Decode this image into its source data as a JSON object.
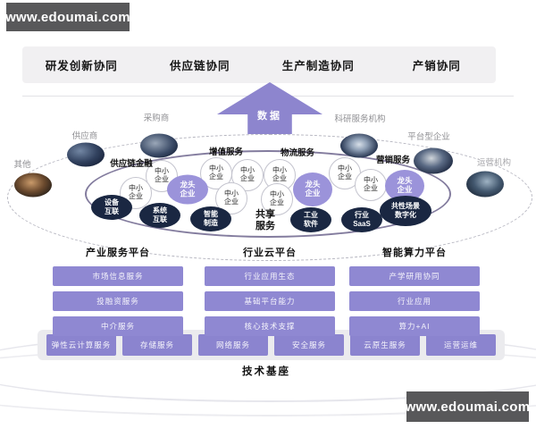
{
  "watermarks": {
    "top": "www.edoumai.com",
    "bottom": "www.edoumai.com"
  },
  "top_bar": {
    "items": [
      "研发创新协同",
      "供应链协同",
      "生产制造协同",
      "产销协同"
    ]
  },
  "arrow": {
    "label": "数据"
  },
  "actors": [
    {
      "label": "其他"
    },
    {
      "label": "供应商"
    },
    {
      "label": "采购商"
    },
    {
      "label": "科研服务机构"
    },
    {
      "label": "平台型企业"
    },
    {
      "label": "运营机构"
    }
  ],
  "ring": {
    "services": [
      "供应链金融",
      "增值服务",
      "物流服务",
      "营销服务"
    ],
    "sme": "中小\n企业",
    "leader": "龙头\n企业",
    "center": "共享\n服务",
    "capabilities": [
      "设备\n互联",
      "系统\n互联",
      "智能\n制造",
      "工业\n软件",
      "行业\nSaaS",
      "共性场景\n数字化"
    ]
  },
  "platforms": [
    {
      "title": "产业服务平台",
      "items": [
        "市场信息服务",
        "投融资服务",
        "中介服务"
      ]
    },
    {
      "title": "行业云平台",
      "items": [
        "行业应用生态",
        "基础平台能力",
        "核心技术支撑"
      ]
    },
    {
      "title": "智能算力平台",
      "items": [
        "产学研用协同",
        "行业应用",
        "算力+AI"
      ]
    }
  ],
  "foundation": {
    "title": "技术基座",
    "items": [
      "弹性云计算服务",
      "存储服务",
      "网络服务",
      "安全服务",
      "云原生服务",
      "运营运维"
    ]
  }
}
